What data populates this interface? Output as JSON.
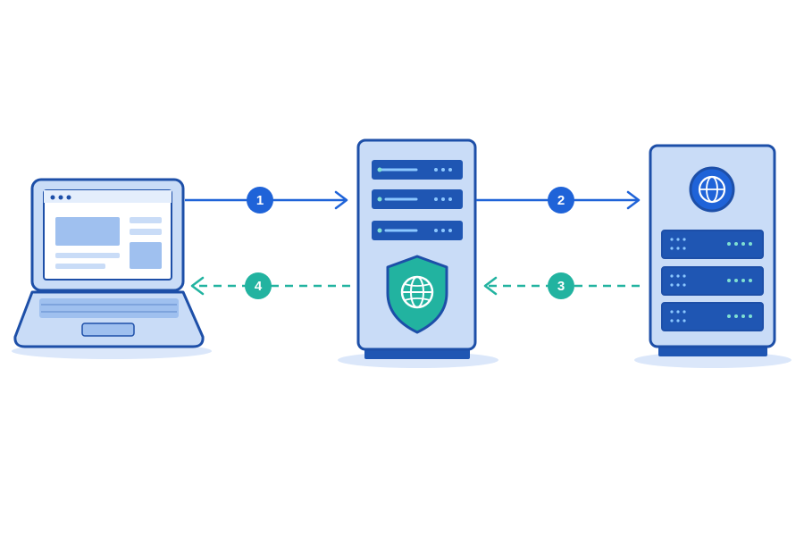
{
  "colors": {
    "stroke_dark": "#1d4fa8",
    "fill_light": "#c9dcf7",
    "fill_mid": "#9fc0ef",
    "rack_dark": "#1f56b3",
    "request_blue": "#1f63d8",
    "response_teal": "#22b3a0",
    "shadow": "#dbe7fa"
  },
  "nodes": [
    {
      "id": "client",
      "icon": "laptop-icon"
    },
    {
      "id": "proxy",
      "icon": "shield-globe-icon"
    },
    {
      "id": "origin",
      "icon": "globe-icon"
    }
  ],
  "flows": [
    {
      "step": "1",
      "from": "client",
      "to": "proxy",
      "style": "solid",
      "color": "request_blue"
    },
    {
      "step": "2",
      "from": "proxy",
      "to": "origin",
      "style": "solid",
      "color": "request_blue"
    },
    {
      "step": "3",
      "from": "origin",
      "to": "proxy",
      "style": "dashed",
      "color": "response_teal"
    },
    {
      "step": "4",
      "from": "proxy",
      "to": "client",
      "style": "dashed",
      "color": "response_teal"
    }
  ]
}
